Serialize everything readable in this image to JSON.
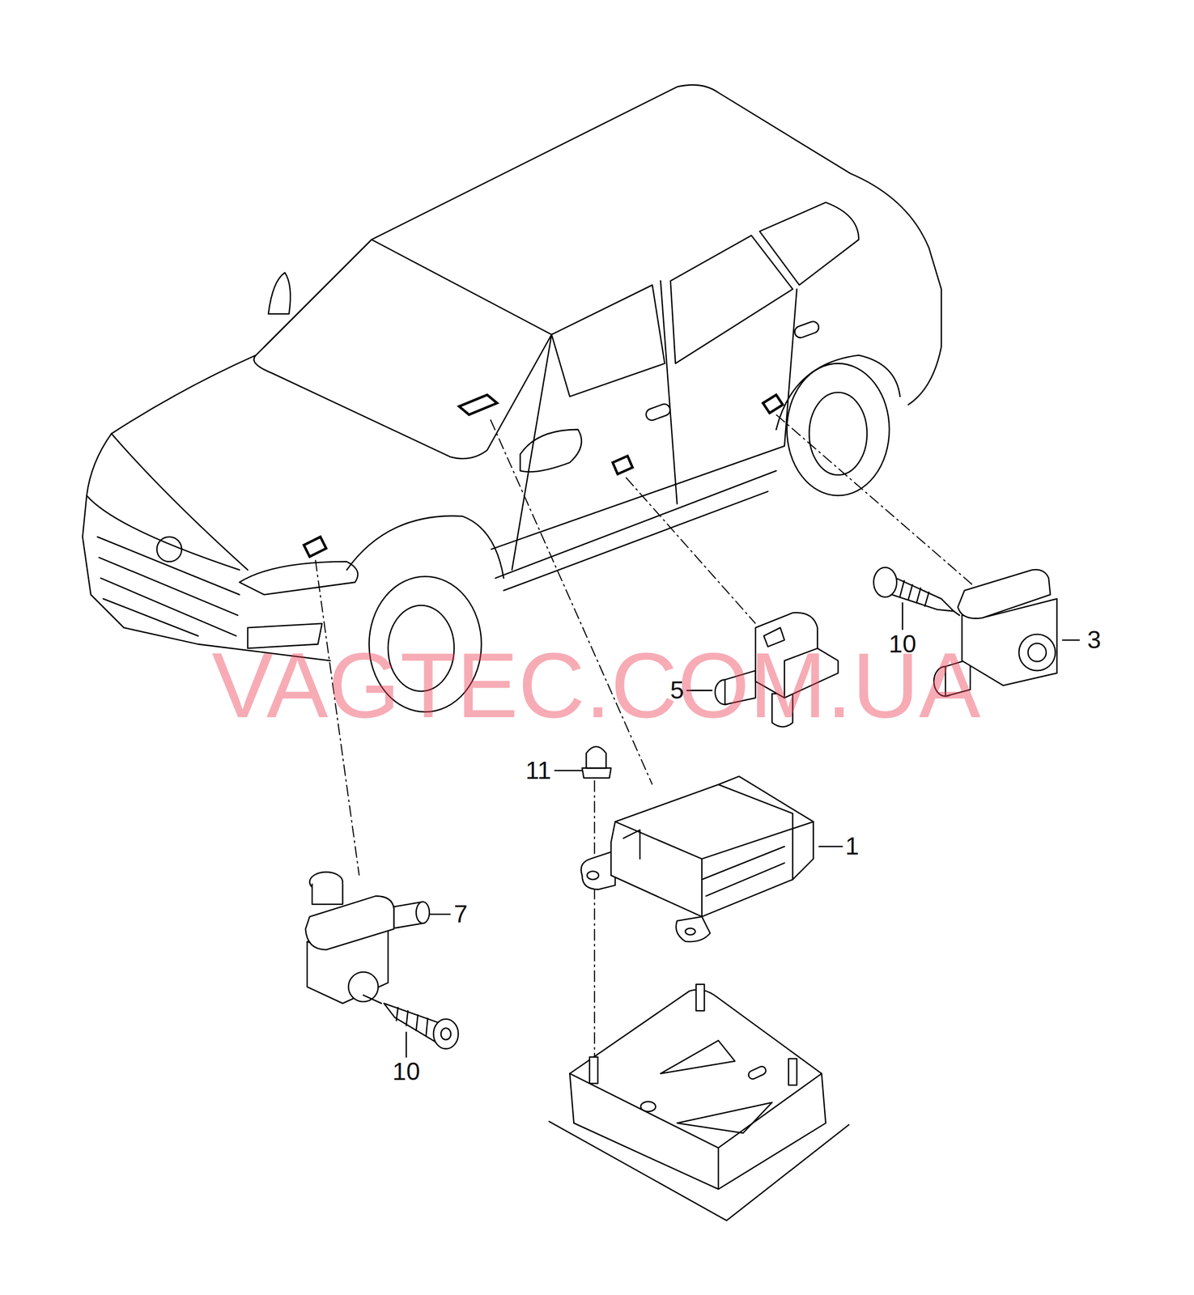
{
  "diagram": {
    "labels": [
      "10",
      "3",
      "VAGTEC.COM.UA",
      "5",
      "11",
      "1",
      "7",
      "10"
    ]
  }
}
